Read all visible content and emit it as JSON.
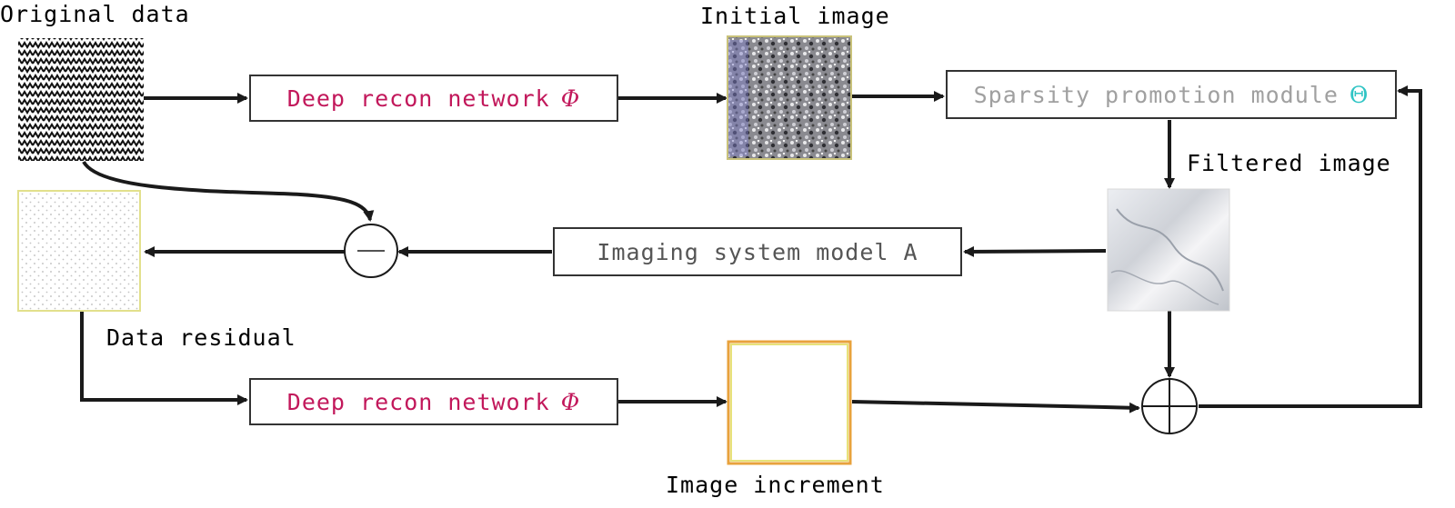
{
  "labels": {
    "original_data": "Original data",
    "initial_image": "Initial image",
    "filtered_image": "Filtered image",
    "data_residual": "Data residual",
    "image_increment": "Image increment"
  },
  "blocks": {
    "deep_recon_top": {
      "text": "Deep recon network",
      "symbol": "Φ",
      "color": "#c2185b"
    },
    "sparsity": {
      "text": "Sparsity promotion module",
      "symbol": "Θ",
      "color": "#a0a0a0",
      "symbol_color": "#2ec4c4"
    },
    "imaging_model": {
      "text": "Imaging system model A",
      "color": "#555555"
    },
    "deep_recon_bottom": {
      "text": "Deep recon network",
      "symbol": "Φ",
      "color": "#c2185b"
    }
  },
  "nodes": {
    "subtract_symbol": "−",
    "add_symbol": "+"
  },
  "colors": {
    "arrow": "#1a1a1a",
    "box_border": "#333333",
    "increment_border_outer": "#e8a23c",
    "residual_border": "#e2e08c"
  }
}
